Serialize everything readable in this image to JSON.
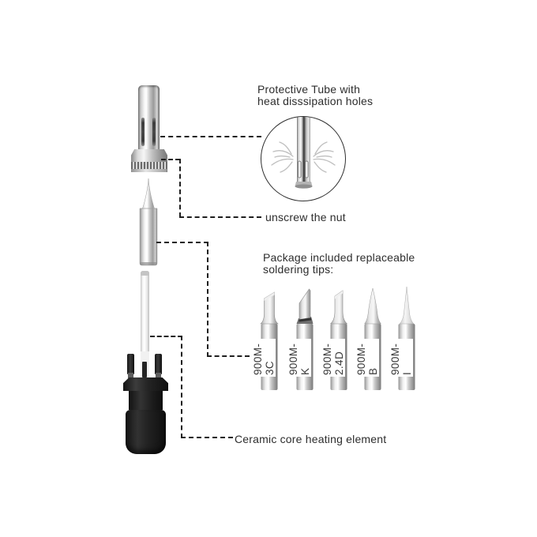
{
  "annotations": {
    "protective_tube": "Protective Tube with\nheat disssipation holes",
    "unscrew_nut": "unscrew the nut",
    "package_heading": "Package included replaceable\nsoldering tips:",
    "ceramic_core": "Ceramic core heating element"
  },
  "tips": [
    {
      "model": "900M-3C"
    },
    {
      "model": "900M-K"
    },
    {
      "model": "900M-2.4D"
    },
    {
      "model": "900M-B"
    },
    {
      "model": "900M-I"
    }
  ],
  "colors": {
    "background": "#ffffff",
    "text": "#2d2d2d",
    "connector": "#1f1f1f",
    "handle": "#1f1f1f",
    "metal_light": "#f5f5f5",
    "metal_dark": "#8a8a8a"
  }
}
